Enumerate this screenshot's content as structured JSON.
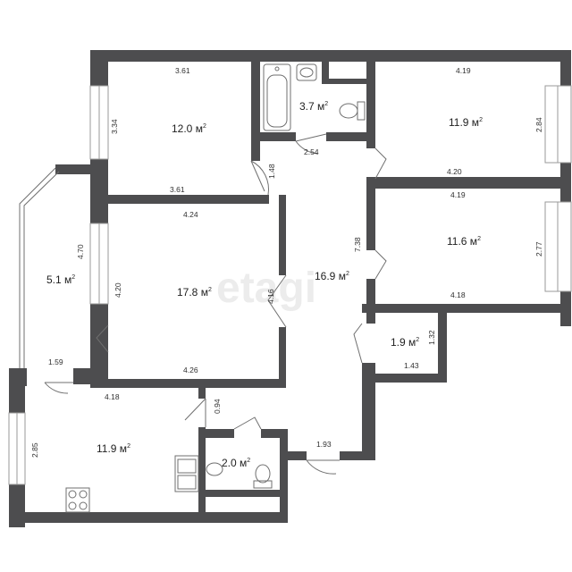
{
  "watermark": "etagi",
  "rooms": [
    {
      "id": "bedroom-top-left",
      "area": "12.0 м",
      "sup": "2"
    },
    {
      "id": "bathroom",
      "area": "3.7 м",
      "sup": "2"
    },
    {
      "id": "bedroom-top-right",
      "area": "11.9 м",
      "sup": "2"
    },
    {
      "id": "balcony",
      "area": "5.1 м",
      "sup": "2"
    },
    {
      "id": "living-room",
      "area": "17.8 м",
      "sup": "2"
    },
    {
      "id": "hallway",
      "area": "16.9 м",
      "sup": "2"
    },
    {
      "id": "bedroom-right",
      "area": "11.6 м",
      "sup": "2"
    },
    {
      "id": "closet",
      "area": "1.9 м",
      "sup": "2"
    },
    {
      "id": "kitchen",
      "area": "11.9 м",
      "sup": "2"
    },
    {
      "id": "toilet",
      "area": "2.0 м",
      "sup": "2"
    }
  ],
  "dimensions": [
    "3.61",
    "3.34",
    "3.61",
    "2.54",
    "1.48",
    "4.19",
    "2.84",
    "4.20",
    "4.19",
    "2.77",
    "4.18",
    "4.24",
    "4.70",
    "4.20",
    "4.16",
    "7.38",
    "4.26",
    "1.59",
    "4.18",
    "0.94",
    "1.32",
    "1.43",
    "2.85",
    "1.93"
  ]
}
